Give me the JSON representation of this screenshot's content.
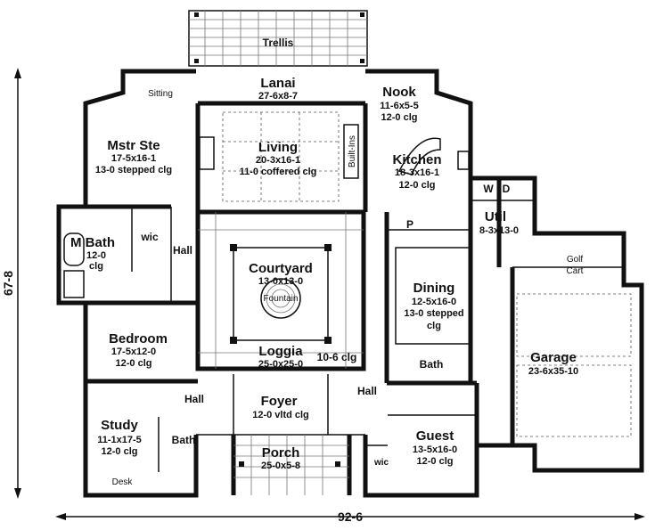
{
  "rooms": [
    {
      "key": "trellis",
      "name": "Trellis",
      "dims": []
    },
    {
      "key": "lanai",
      "name": "Lanai",
      "dims": [
        "27-6x8-7"
      ]
    },
    {
      "key": "sitting",
      "name": "Sitting",
      "dims": []
    },
    {
      "key": "nook",
      "name": "Nook",
      "dims": [
        "11-6x5-5",
        "12-0 clg"
      ]
    },
    {
      "key": "mstr_ste",
      "name": "Mstr Ste",
      "dims": [
        "17-5x16-1",
        "13-0 stepped clg"
      ]
    },
    {
      "key": "living",
      "name": "Living",
      "dims": [
        "20-3x16-1",
        "11-0 coffered clg"
      ]
    },
    {
      "key": "kitchen",
      "name": "Kitchen",
      "dims": [
        "18-3x16-1",
        "12-0 clg"
      ]
    },
    {
      "key": "util",
      "name": "Util",
      "dims": [
        "8-3x13-0"
      ]
    },
    {
      "key": "m_bath",
      "name": "M Bath",
      "dims": [
        "12-0",
        "clg"
      ]
    },
    {
      "key": "courtyard",
      "name": "Courtyard",
      "dims": [
        "13-0x13-0"
      ]
    },
    {
      "key": "dining",
      "name": "Dining",
      "dims": [
        "12-5x16-0",
        "13-0 stepped",
        "clg"
      ]
    },
    {
      "key": "bedroom",
      "name": "Bedroom",
      "dims": [
        "17-5x12-0",
        "12-0 clg"
      ]
    },
    {
      "key": "loggia",
      "name": "Loggia",
      "dims": [
        "25-0x25-0"
      ]
    },
    {
      "key": "garage",
      "name": "Garage",
      "dims": [
        "23-6x35-10"
      ]
    },
    {
      "key": "foyer",
      "name": "Foyer",
      "dims": [
        "12-0 vltd clg"
      ]
    },
    {
      "key": "study",
      "name": "Study",
      "dims": [
        "11-1x17-5",
        "12-0 clg"
      ]
    },
    {
      "key": "guest",
      "name": "Guest",
      "dims": [
        "13-5x16-0",
        "12-0 clg"
      ]
    },
    {
      "key": "porch",
      "name": "Porch",
      "dims": [
        "25-0x5-8"
      ]
    }
  ],
  "labels": {
    "built_ins": "Built-Ins",
    "wic_master": "wic",
    "hall_master": "Hall",
    "fountain": "Fountain",
    "loggia_clg": "10-6 clg",
    "bath_dining": "Bath",
    "hall_left": "Hall",
    "hall_right": "Hall",
    "bath_study": "Bath",
    "wic_guest": "wic",
    "desk": "Desk",
    "pantry": "P",
    "washer": "W",
    "dryer": "D",
    "golf_cart": [
      "Golf",
      "Cart"
    ]
  },
  "dimensions": {
    "depth": "67-8",
    "width": "92-6"
  }
}
